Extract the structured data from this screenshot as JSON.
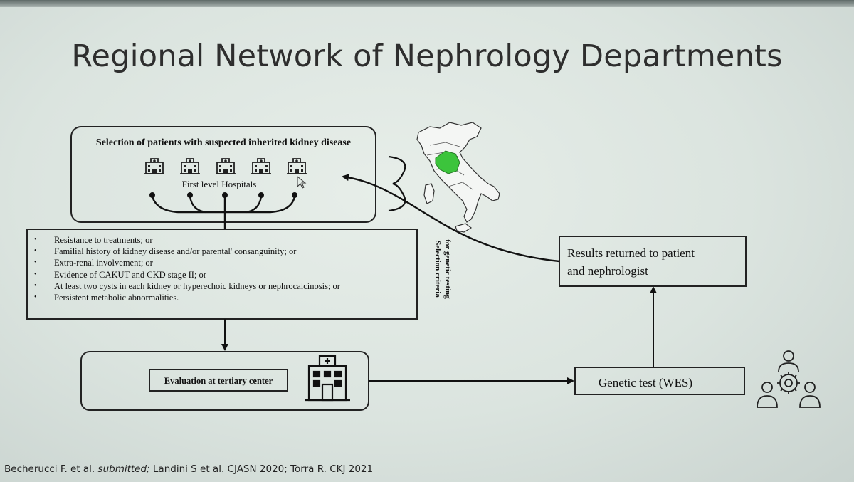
{
  "slide": {
    "title": "Regional Network of Nephrology Departments"
  },
  "selection_box": {
    "heading": "Selection of patients with suspected inherited kidney disease",
    "hospitals_label": "First level Hospitals",
    "hospital_count": 5
  },
  "criteria": {
    "items": [
      "Resistance to treatments; or",
      "Familial history of kidney disease and/or parental' consanguinity; or",
      "Extra-renal involvement; or",
      "Evidence of CAKUT and CKD stage II; or",
      "At least two cysts in each kidney or hyperechoic kidneys or nephrocalcinosis; or",
      "Persistent metabolic abnormalities."
    ],
    "side_label_line1": "Selection criteria",
    "side_label_line2": "for genetic testing"
  },
  "tertiary": {
    "label": "Evaluation at tertiary center"
  },
  "genetic_test": {
    "label": "Genetic test (WES)"
  },
  "results": {
    "line1": "Results returned to patient",
    "line2": "and nephrologist"
  },
  "map": {
    "highlight_color": "#3cc43c"
  },
  "citation": {
    "part1": "Becherucci F. et al. ",
    "part2_italic": "submitted;",
    "part3": " Landini S et al. CJASN 2020; Torra R. CKJ 2021"
  }
}
